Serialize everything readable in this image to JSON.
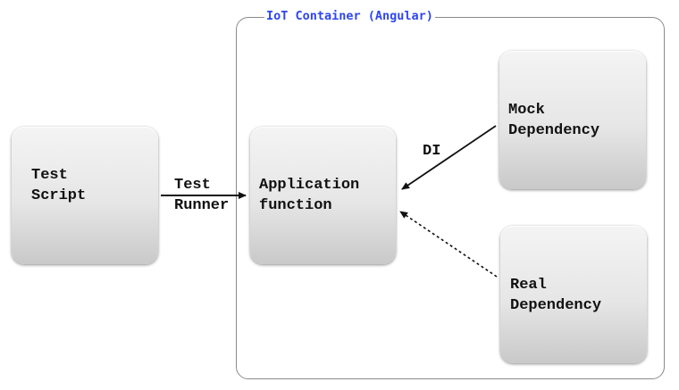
{
  "container": {
    "title": "IoT Container (Angular)"
  },
  "boxes": {
    "test_script": {
      "line1": "Test",
      "line2": "Script"
    },
    "application_function": {
      "line1": "Application",
      "line2": "function"
    },
    "mock_dependency": {
      "line1": "Mock",
      "line2": "Dependency"
    },
    "real_dependency": {
      "line1": "Real",
      "line2": "Dependency"
    }
  },
  "edges": {
    "test_runner": {
      "line1": "Test",
      "line2": "Runner"
    },
    "di": {
      "label": "DI"
    }
  },
  "colors": {
    "container_title": "#2f45f0",
    "container_border": "#8a8a8a",
    "arrow": "#111111"
  }
}
